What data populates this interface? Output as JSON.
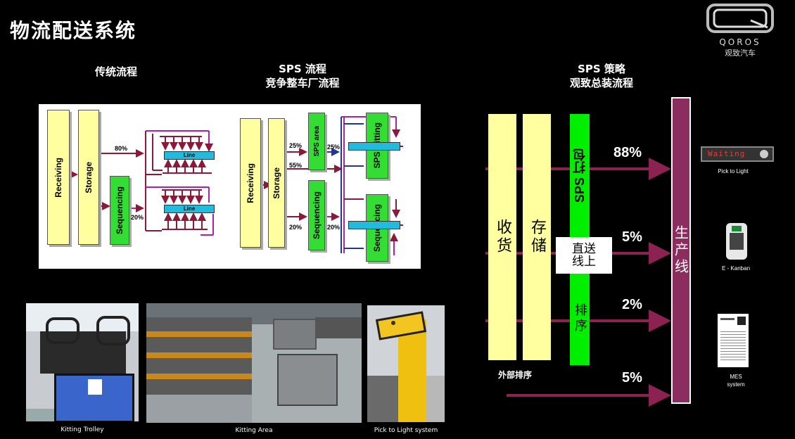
{
  "page": {
    "title": "物流配送系统"
  },
  "brand": {
    "name": "QOROS",
    "cn_name": "观致汽车"
  },
  "headers": {
    "traditional": "传统流程",
    "sps_line1": "SPS 流程",
    "sps_line2": "竞争整车厂流程",
    "strategy_line1": "SPS 策略",
    "strategy_line2": "观致总装流程"
  },
  "traditional_diagram": {
    "receiving": "Receiving",
    "storage": "Storage",
    "sequencing": "Sequencing",
    "line": "Line",
    "pct_top": "80%",
    "pct_bottom": "20%"
  },
  "sps_diagram": {
    "receiving": "Receiving",
    "storage": "Storage",
    "sps_area": "SPS area",
    "sequencing": "Sequencing",
    "sps_kitting": "SPS Kitting",
    "sequencing_right": "Sequencing",
    "pct_a": "25%",
    "pct_b": "55%",
    "pct_c": "20%",
    "pct_d": "25%",
    "pct_e": "20%"
  },
  "photos": [
    {
      "caption": "Kitting Trolley"
    },
    {
      "caption": "Kitting Area"
    },
    {
      "caption": "Pick to Light system"
    }
  ],
  "strategy": {
    "receive": "收货",
    "store": "存储",
    "sps_pack": "SPS 打包",
    "sort": "排序",
    "direct_line1": "直送",
    "direct_line2": "线上",
    "production_line": "生产线",
    "external_sort": "外部排序",
    "flows": [
      {
        "pct": "88%"
      },
      {
        "pct": "5%"
      },
      {
        "pct": "2%"
      },
      {
        "pct": "5%"
      }
    ]
  },
  "side_items": {
    "pick_to_light": "Pick to Light",
    "pick_display": "Waiting",
    "ekanban": "E - Kanban",
    "mes_line1": "MES",
    "mes_line2": "system"
  },
  "colors": {
    "arrow": "#8b2252",
    "production_bar": "#8b2d5e",
    "green": "#00ee00",
    "yellow": "#ffffa0"
  }
}
